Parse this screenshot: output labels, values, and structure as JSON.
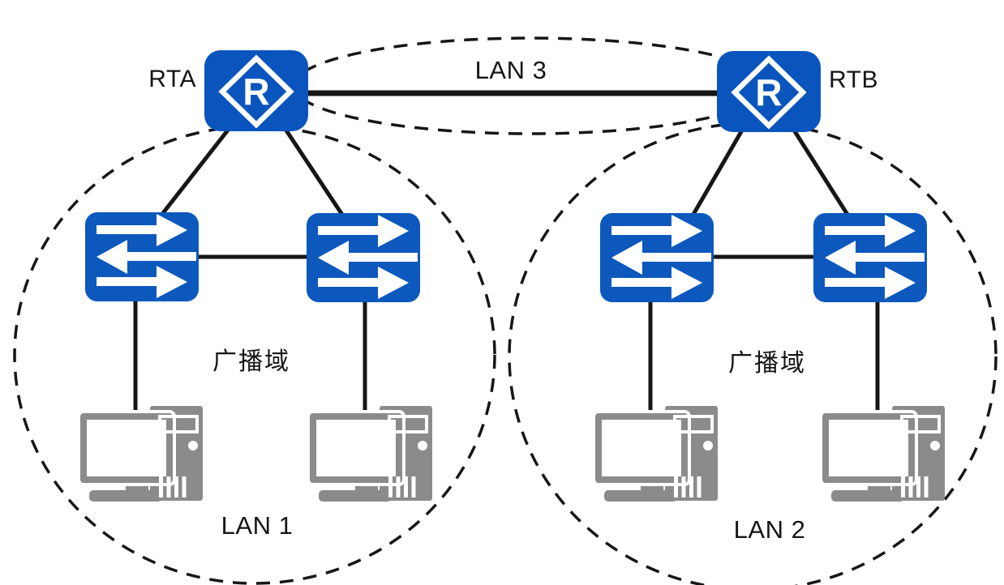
{
  "diagram": {
    "type": "network-topology",
    "labels": {
      "router_a": "RTA",
      "router_b": "RTB",
      "lan1": "LAN 1",
      "lan2": "LAN 2",
      "lan3": "LAN 3",
      "broadcast_domain_left": "广播域",
      "broadcast_domain_right": "广播域"
    },
    "icons": {
      "router_glyph": "R",
      "router_icon": "router-icon",
      "switch_icon": "switch-icon",
      "pc_icon": "pc-icon"
    },
    "colors": {
      "router_blue": "#0a55bd",
      "switch_blue": "#0c58bd",
      "pc_gray": "#8b8b8b",
      "line": "#161616",
      "background": "#ffffff"
    },
    "devices": [
      {
        "id": "RTA",
        "type": "router",
        "label": "RTA"
      },
      {
        "id": "RTB",
        "type": "router",
        "label": "RTB"
      },
      {
        "id": "SW-A1",
        "type": "switch",
        "label": ""
      },
      {
        "id": "SW-A2",
        "type": "switch",
        "label": ""
      },
      {
        "id": "SW-B1",
        "type": "switch",
        "label": ""
      },
      {
        "id": "SW-B2",
        "type": "switch",
        "label": ""
      },
      {
        "id": "PC-A1",
        "type": "pc",
        "label": ""
      },
      {
        "id": "PC-A2",
        "type": "pc",
        "label": ""
      },
      {
        "id": "PC-B1",
        "type": "pc",
        "label": ""
      },
      {
        "id": "PC-B2",
        "type": "pc",
        "label": ""
      }
    ],
    "links": [
      {
        "from": "RTA",
        "to": "RTB",
        "label": "LAN 3",
        "style": "thick"
      },
      {
        "from": "RTA",
        "to": "SW-A1"
      },
      {
        "from": "RTA",
        "to": "SW-A2"
      },
      {
        "from": "SW-A1",
        "to": "SW-A2"
      },
      {
        "from": "SW-A1",
        "to": "PC-A1"
      },
      {
        "from": "SW-A2",
        "to": "PC-A2"
      },
      {
        "from": "RTB",
        "to": "SW-B1"
      },
      {
        "from": "RTB",
        "to": "SW-B2"
      },
      {
        "from": "SW-B1",
        "to": "SW-B2"
      },
      {
        "from": "SW-B1",
        "to": "PC-B1"
      },
      {
        "from": "SW-B2",
        "to": "PC-B2"
      }
    ],
    "domains": [
      {
        "label": "LAN 1",
        "annotation": "广播域",
        "shape": "dashed-circle",
        "members": [
          "RTA",
          "SW-A1",
          "SW-A2",
          "PC-A1",
          "PC-A2"
        ]
      },
      {
        "label": "LAN 2",
        "annotation": "广播域",
        "shape": "dashed-circle",
        "members": [
          "RTB",
          "SW-B1",
          "SW-B2",
          "PC-B1",
          "PC-B2"
        ]
      },
      {
        "label": "LAN 3",
        "annotation": "",
        "shape": "dashed-ellipse",
        "members": [
          "RTA",
          "RTB"
        ]
      }
    ]
  }
}
